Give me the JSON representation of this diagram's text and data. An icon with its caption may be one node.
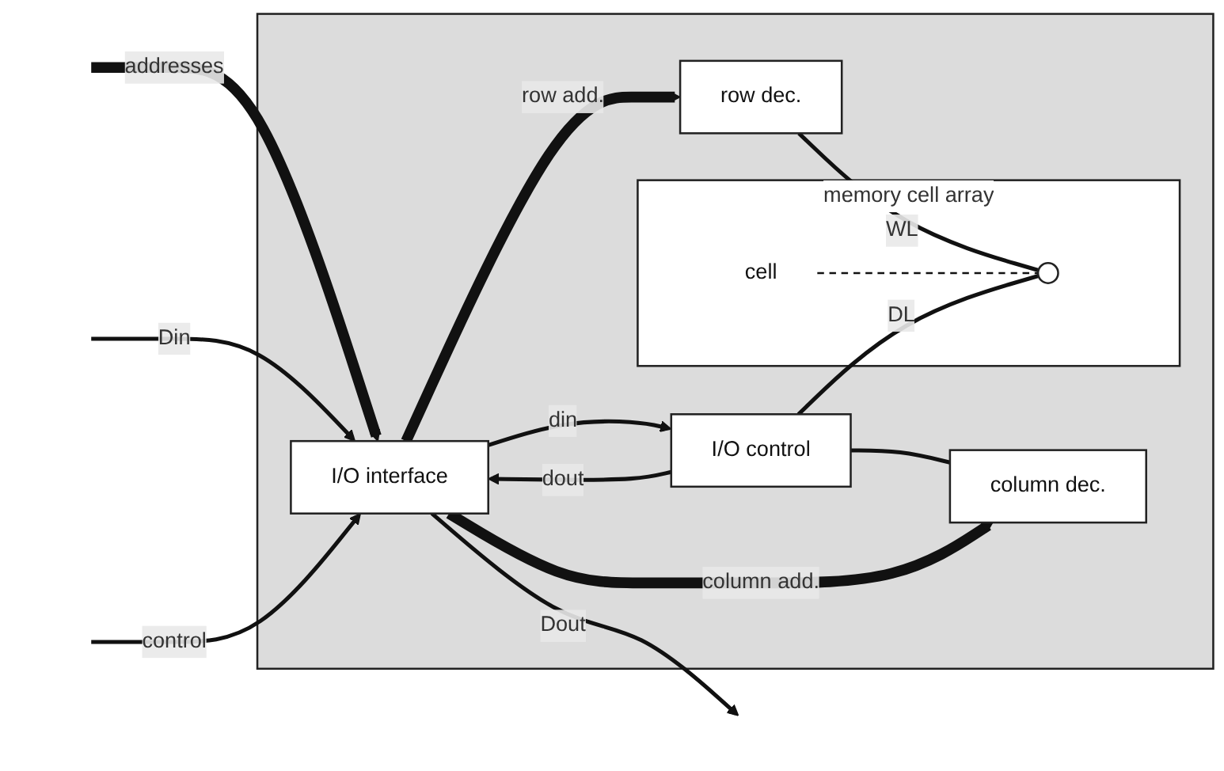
{
  "diagram": {
    "nodes": [
      {
        "text": [],
        "shape": "box"
      },
      {
        "text": [
          "I/O interface"
        ],
        "in": 0
      },
      {
        "text": [
          "row dec."
        ],
        "in": 0
      },
      {
        "text": [
          "memory cell array"
        ],
        "in": 0
      },
      {
        "text": [],
        "shape": "circle",
        "in": 3
      },
      {
        "text": [
          "cell"
        ],
        "in": 3
      },
      {
        "text": [
          "I/O control"
        ],
        "in": 0
      },
      {
        "text": [
          "column dec."
        ],
        "in": 0
      }
    ],
    "edges": [
      {
        "from": null,
        "to": 1,
        "arrow": "to",
        "label": "addresses",
        "style": "thick"
      },
      {
        "from": null,
        "to": 1,
        "arrow": "to",
        "label": "Din"
      },
      {
        "from": 1,
        "to": null,
        "arrow": "to",
        "label": "Dout"
      },
      {
        "from": null,
        "to": 1,
        "arrow": "to",
        "label": "control"
      },
      {
        "from": 1,
        "to": 2,
        "arrow": "to",
        "label": "row add.",
        "style": "thick"
      },
      {
        "from": 2,
        "to": 4,
        "arrow": "none",
        "label": "WL"
      },
      {
        "from": 5,
        "to": 4,
        "arrow": "none",
        "style": "dashed"
      },
      {
        "from": 6,
        "to": 4,
        "arrow": "none",
        "label": "DL"
      },
      {
        "from": 1,
        "to": 6,
        "arrow": "to",
        "label": "din"
      },
      {
        "from": 6,
        "to": 1,
        "arrow": "to",
        "label": "dout"
      },
      {
        "from": 6,
        "to": 7,
        "arrow": "none"
      },
      {
        "from": 1,
        "to": 7,
        "arrow": "to",
        "label": "column add.",
        "style": "thick"
      }
    ]
  }
}
